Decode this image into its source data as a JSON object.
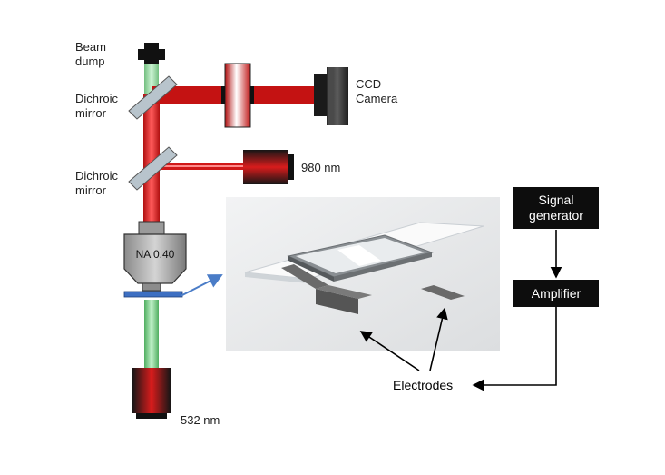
{
  "labels": {
    "beam_dump": "Beam\ndump",
    "dichroic_mirror_top": "Dichroic\nmirror",
    "dichroic_mirror_bottom": "Dichroic\nmirror",
    "ccd_camera": "CCD\nCamera",
    "laser_980": "980 nm",
    "laser_532": "532 nm",
    "objective": "NA 0.40",
    "signal_generator": "Signal\ngenerator",
    "amplifier": "Amplifier",
    "electrodes": "Electrodes"
  },
  "colors": {
    "red_beam": "#c81414",
    "green_beam": "#7fcf8e",
    "sample_plate": "#3d6fc2",
    "arrow_blue": "#4a7cc7",
    "box_fill": "#0d0d0d",
    "mirror_fill": "#b8c4cc"
  }
}
